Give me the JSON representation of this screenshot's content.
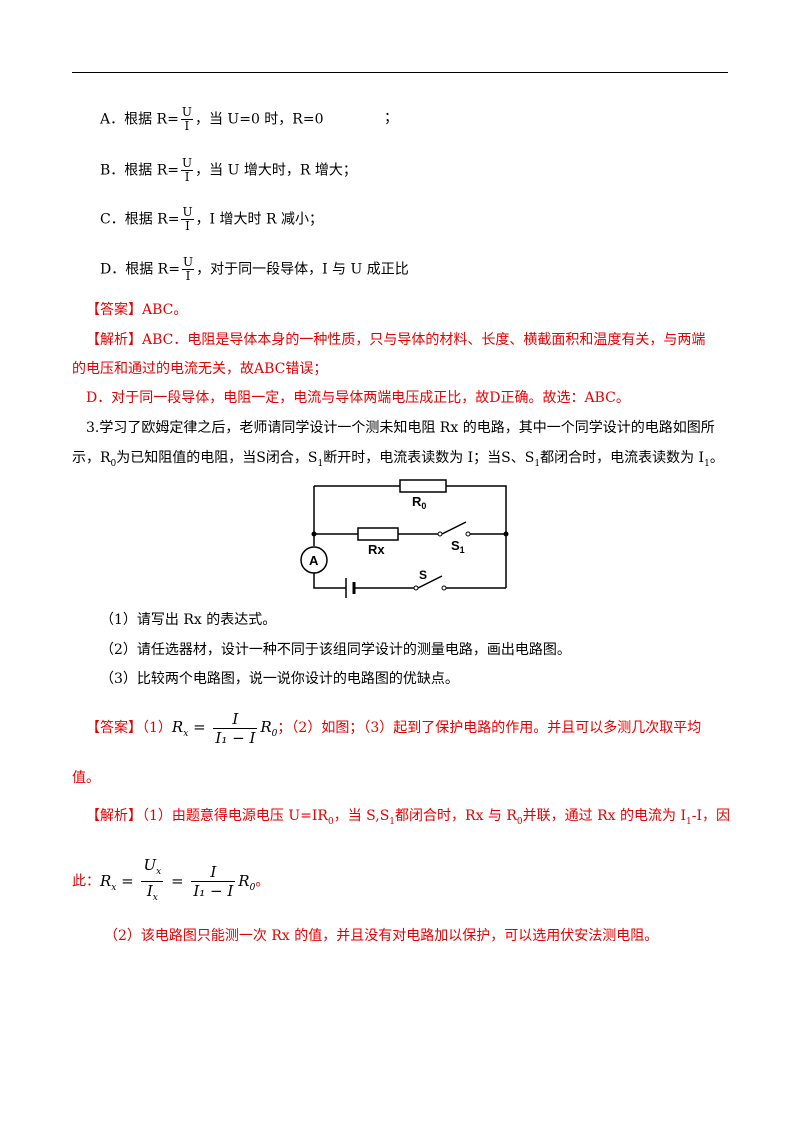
{
  "options": {
    "A": {
      "prefix": "A．根据 R=",
      "frac_num": "U",
      "frac_den": "I",
      "suffix": "，当 U=0 时，R=0",
      "tail": "；"
    },
    "B": {
      "prefix": "B．根据 R=",
      "frac_num": "U",
      "frac_den": "I",
      "suffix": "，当 U 增大时，R 增大；"
    },
    "C": {
      "prefix": "C．根据 R=",
      "frac_num": "U",
      "frac_den": "I",
      "suffix": "，I 增大时 R 减小；"
    },
    "D": {
      "prefix": "D．根据 R=",
      "frac_num": "U",
      "frac_den": "I",
      "suffix": "，对于同一段导体，I 与 U 成正比"
    }
  },
  "q2": {
    "answer_tag": "【答案】",
    "answer_text": "ABC。",
    "analysis_tag": "【解析】",
    "analysis_line1": "ABC．电阻是导体本身的一种性质，只与导体的材料、长度、横截面积和温度有关，与两端",
    "analysis_line2": "的电压和通过的电流无关，故ABC错误；",
    "analysis_line3": "D．对于同一段导体，电阻一定，电流与导体两端电压成正比，故D正确。故选：ABC。"
  },
  "q3": {
    "stem_line1": "3.学习了欧姆定律之后，老师请同学设计一个测未知电阻 Rx 的电路，其中一个同学设计的电路如图所",
    "stem_line2_a": "示，R",
    "stem_line2_sub0": "0",
    "stem_line2_b": "为已知阻值的电阻，当S闭合，S",
    "stem_line2_sub1": "1",
    "stem_line2_c": "断开时，电流表读数为 I；当S、S",
    "stem_line2_sub2": "1",
    "stem_line2_d": "都闭合时，电流表读数为 I",
    "stem_line2_sub3": "1",
    "stem_line2_e": "。",
    "circuit": {
      "r0_label": "R",
      "r0_sub": "0",
      "rx_label": "Rx",
      "s1_label": "S",
      "s1_sub": "1",
      "s_label": "S",
      "ammeter_label": "A"
    },
    "sub1": "（1）请写出 Rx 的表达式。",
    "sub2": "（2）请任选器材，设计一种不同于该组同学设计的测量电路，画出电路图。",
    "sub3": "（3）比较两个电路图，说一说你设计的电路图的优缺点。",
    "answer_tag": "【答案】",
    "answer_p1": "（1）",
    "answer_eq_lhs": "R",
    "answer_eq_lhs_sub": "x",
    "answer_eq_num": "I",
    "answer_eq_den": "I₁ − I",
    "answer_eq_tail": "R",
    "answer_eq_tail_sub": "0",
    "answer_p2": "；（2）如图；（3）起到了保护电路的作用。并且可以多测几次取平均",
    "answer_p3": "值。",
    "analysis_tag": "【解析】",
    "analysis_p1": "（1）由题意得电源电压 U=IR",
    "analysis_p1_sub": "0",
    "analysis_p1_b": "，当 S,S",
    "analysis_p1_sub2": "1",
    "analysis_p1_c": "都闭合时，Rx 与 R",
    "analysis_p1_sub3": "0",
    "analysis_p1_d": "并联，通过 Rx 的电流为 I",
    "analysis_p1_sub4": "1",
    "analysis_p1_e": "-I，因",
    "analysis_p2_a": "此：",
    "analysis_eq_lhs": "R",
    "analysis_eq_lhs_sub": "x",
    "analysis_eq_f1_num": "U",
    "analysis_eq_f1_num_sub": "x",
    "analysis_eq_f1_den": "I",
    "analysis_eq_f1_den_sub": "x",
    "analysis_eq_f2_num": "I",
    "analysis_eq_f2_den": "I₁ − I",
    "analysis_eq_tail": "R",
    "analysis_eq_tail_sub": "0",
    "analysis_p2_end": "。",
    "analysis_p3": "（2）该电路图只能测一次 Rx 的值，并且没有对电路加以保护，可以选用伏安法测电阻。"
  }
}
